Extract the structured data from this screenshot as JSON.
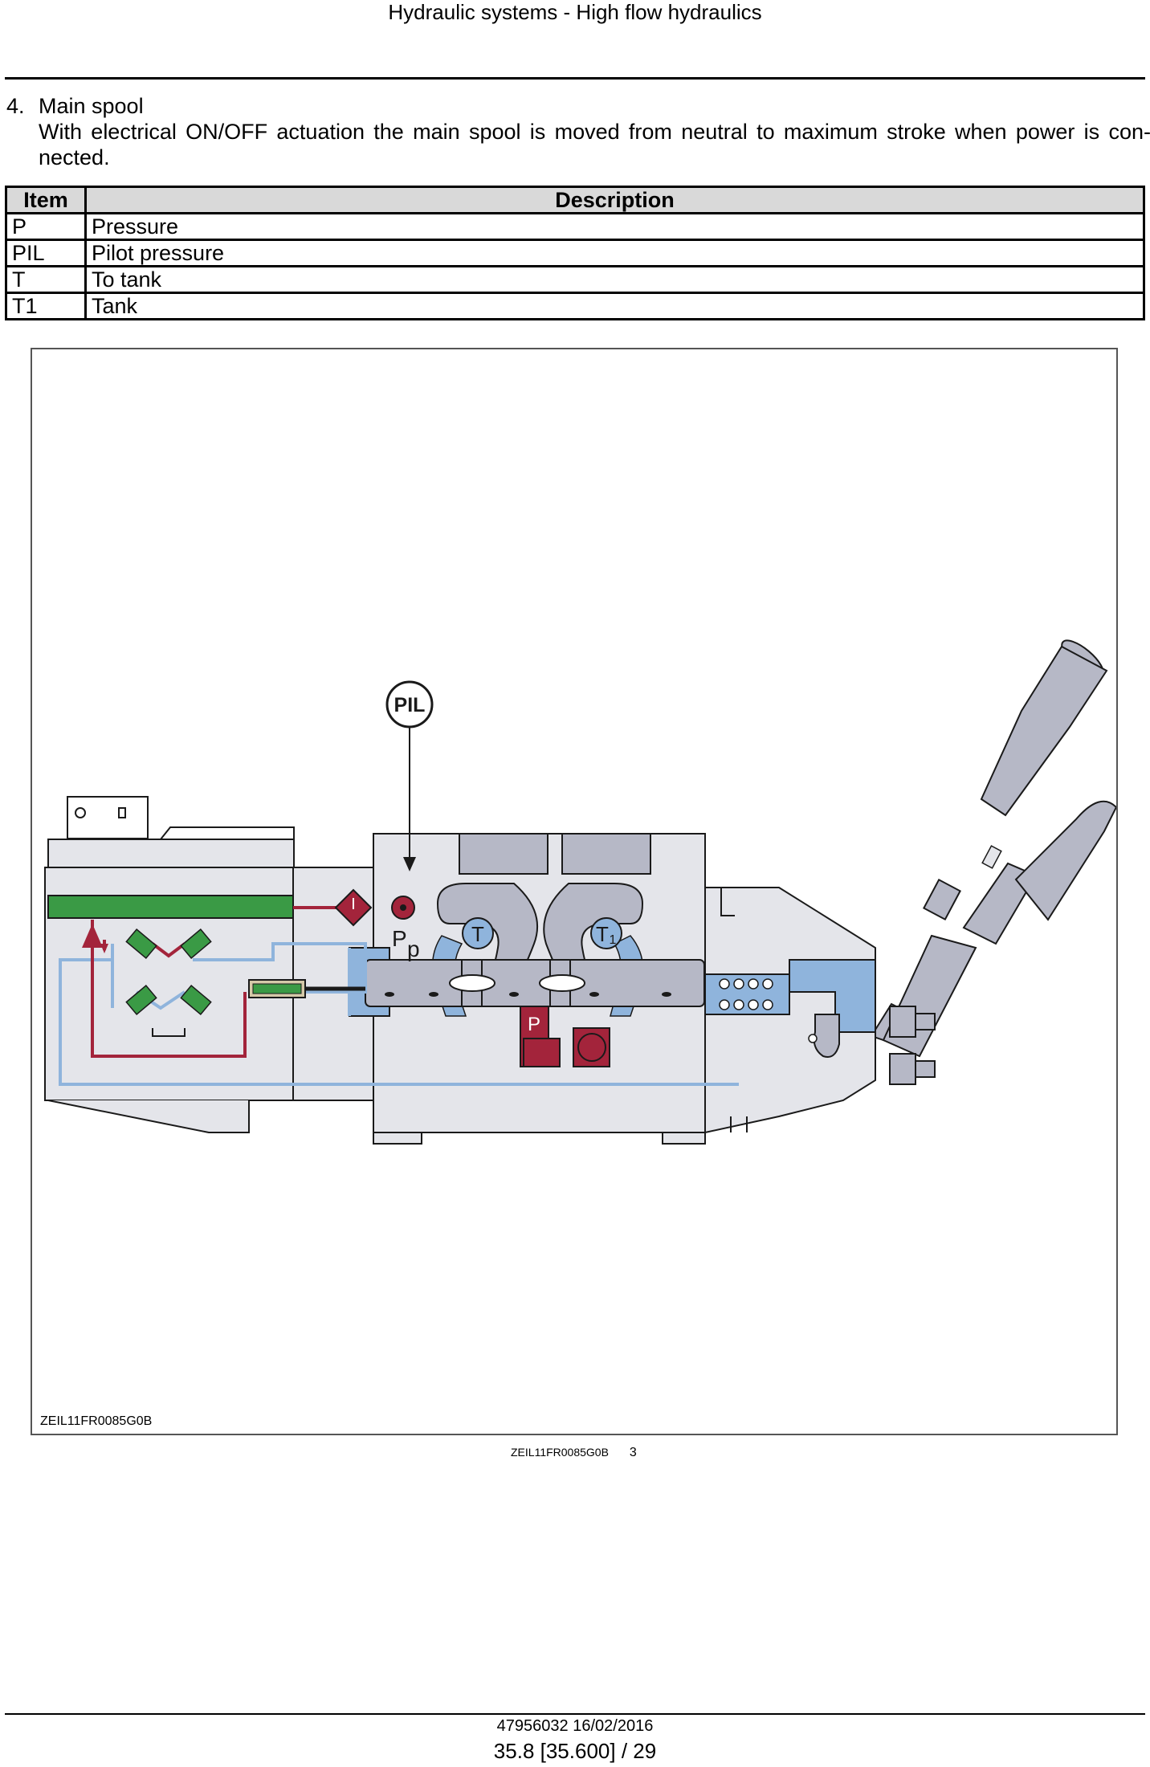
{
  "header": {
    "title": "Hydraulic systems - High flow hydraulics"
  },
  "section": {
    "number": "4.",
    "title": "Main spool",
    "body": "With electrical ON/OFF actuation the main spool is moved from neutral to maximum stroke when power is con-nected."
  },
  "table": {
    "headers": [
      "Item",
      "Description"
    ],
    "rows": [
      {
        "item": "P",
        "description": "Pressure"
      },
      {
        "item": "PIL",
        "description": "Pilot pressure"
      },
      {
        "item": "T",
        "description": "To tank"
      },
      {
        "item": "T1",
        "description": "Tank"
      }
    ]
  },
  "figure": {
    "code": "ZEIL11FR0085G0B",
    "labels": {
      "pil": "PIL",
      "pp_main": "P",
      "pp_sub": "p",
      "t": "T",
      "t1_main": "T",
      "t1_sub": "1",
      "p": "P"
    },
    "colors": {
      "pressure": "#a3243b",
      "tank": "#8fb4dc",
      "pilot": "#3a9a45",
      "body": "#e4e5ea",
      "outline": "#1a1a1a",
      "handle": "#b6b8c6"
    }
  },
  "caption": {
    "code": "ZEIL11FR0085G0B",
    "number": "3"
  },
  "footer": {
    "doc": "47956032 16/02/2016",
    "page": "35.8 [35.600] / 29"
  }
}
